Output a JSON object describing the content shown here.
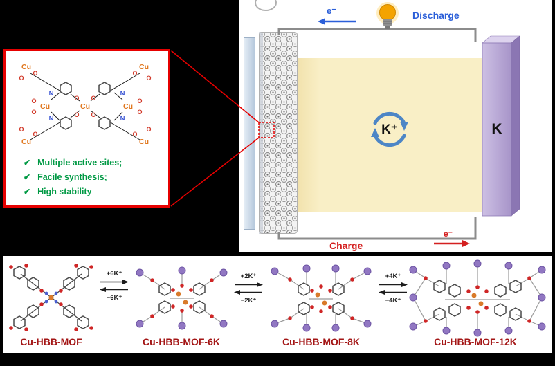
{
  "figure": {
    "inset": {
      "checkmark": "✔",
      "features": [
        "Multiple active sites;",
        "Facile synthesis;",
        "High stability"
      ],
      "atoms": {
        "cu": "Cu",
        "n": "N",
        "o": "O"
      }
    },
    "battery": {
      "discharge_label": "Discharge",
      "charge_label": "Charge",
      "electron_top": "e⁻",
      "electron_bottom": "e⁻",
      "ion_label": "K⁺",
      "metal_electrode_label": "K"
    },
    "reactions": [
      {
        "forward": "+6K⁺",
        "reverse": "−6K⁺"
      },
      {
        "forward": "+2K⁺",
        "reverse": "−2K⁺"
      },
      {
        "forward": "+4K⁺",
        "reverse": "−4K⁺"
      }
    ],
    "structures": [
      {
        "label": "Cu-HBB-MOF",
        "k_atoms": 0
      },
      {
        "label": "Cu-HBB-MOF-6K",
        "k_atoms": 6
      },
      {
        "label": "Cu-HBB-MOF-8K",
        "k_atoms": 8
      },
      {
        "label": "Cu-HBB-MOF-12K",
        "k_atoms": 12
      }
    ],
    "colors": {
      "inset_border": "#e60000",
      "feature_green": "#009944",
      "discharge_blue": "#2b5fd9",
      "charge_red": "#d42020",
      "structure_label_red": "#a31515",
      "electrolyte_yellow": "#f9efc6",
      "potassium_purple": "#b7a6d6"
    }
  }
}
